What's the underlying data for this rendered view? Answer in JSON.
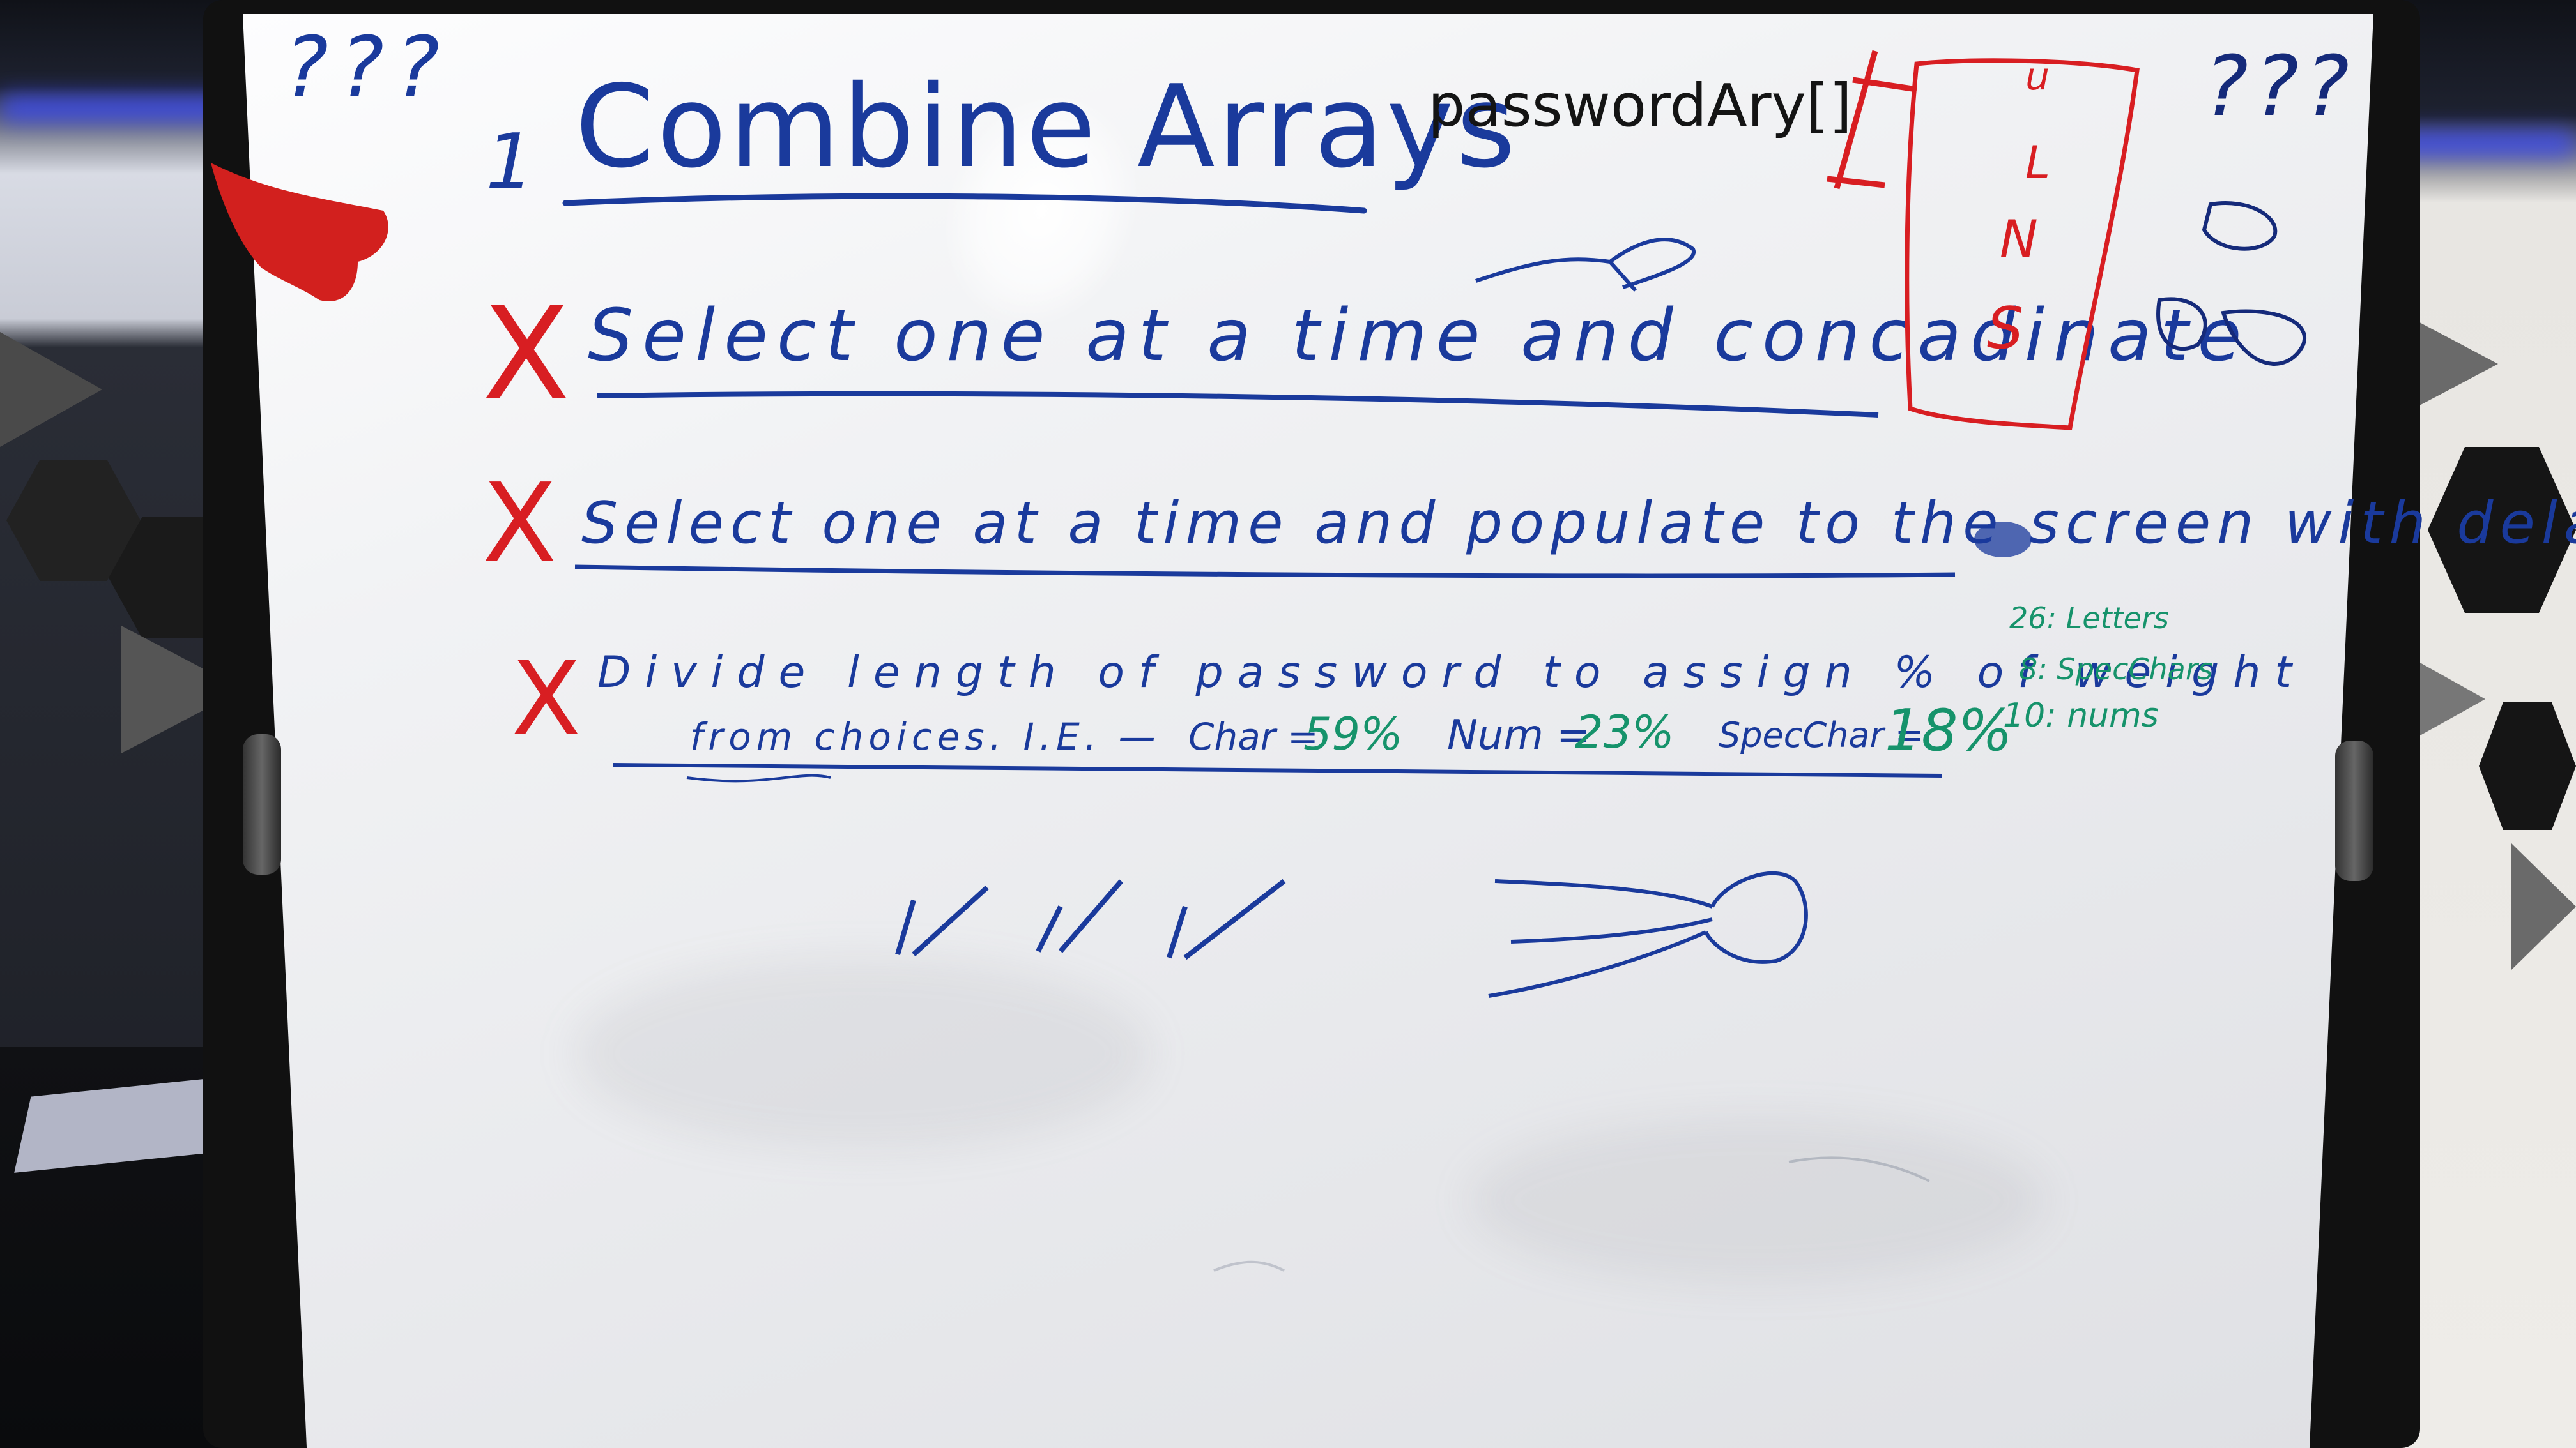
{
  "board": {
    "top_left_marks": "???",
    "top_right_marks": "???",
    "step_number": "1",
    "title": "Combine Arrays",
    "array_label": "passwordAry[]",
    "items": [
      {
        "mark": "X",
        "text": "Select one at a time and concadinate"
      },
      {
        "mark": "X",
        "text": "Select one at a time and populate to the screen with delays"
      },
      {
        "mark": "X",
        "text_line1": "Divide length of password to assign % of weight",
        "text_line2_prefix": "from choices. I.E. —",
        "char_label": "Char = ",
        "char_value": "59%",
        "num_label": "Num = ",
        "num_value": "23%",
        "spec_label": "SpecChar = ",
        "spec_value": "18%"
      }
    ],
    "tally": [
      "26: Letters",
      "8: SpecChars",
      "10: nums"
    ],
    "boxed_marks": [
      "u",
      "L",
      "N",
      "S"
    ],
    "checks": "✓ ✓ ✓"
  }
}
